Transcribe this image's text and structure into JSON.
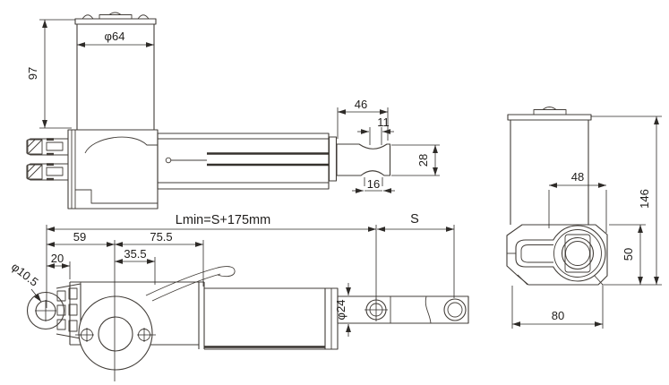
{
  "drawing": {
    "type": "linear-actuator-dimensional-drawing",
    "style": {
      "background": "#ffffff",
      "line_color": "#423d38",
      "dimension_color": "#2e2b28"
    },
    "views": {
      "top": {
        "motor_diameter": "φ64",
        "motor_length": "97",
        "rod_end_length": "46",
        "rod_end_slot_top": "11",
        "rod_end_height": "28",
        "rod_end_slot_bottom": "16"
      },
      "side": {
        "min_length": "Lmin=S+175mm",
        "stroke": "S",
        "rear_to_gear_center": "59",
        "gear_center_to_tube": "75.5",
        "rear_hole_offset": "20",
        "gear_center_to_edge": "35.5",
        "mount_hole_diameter": "φ10.5",
        "rod_diameter": "φ24"
      },
      "end": {
        "mount_span": "48",
        "overall_height": "146",
        "gearbox_height": "50",
        "gearbox_width": "80"
      }
    }
  }
}
